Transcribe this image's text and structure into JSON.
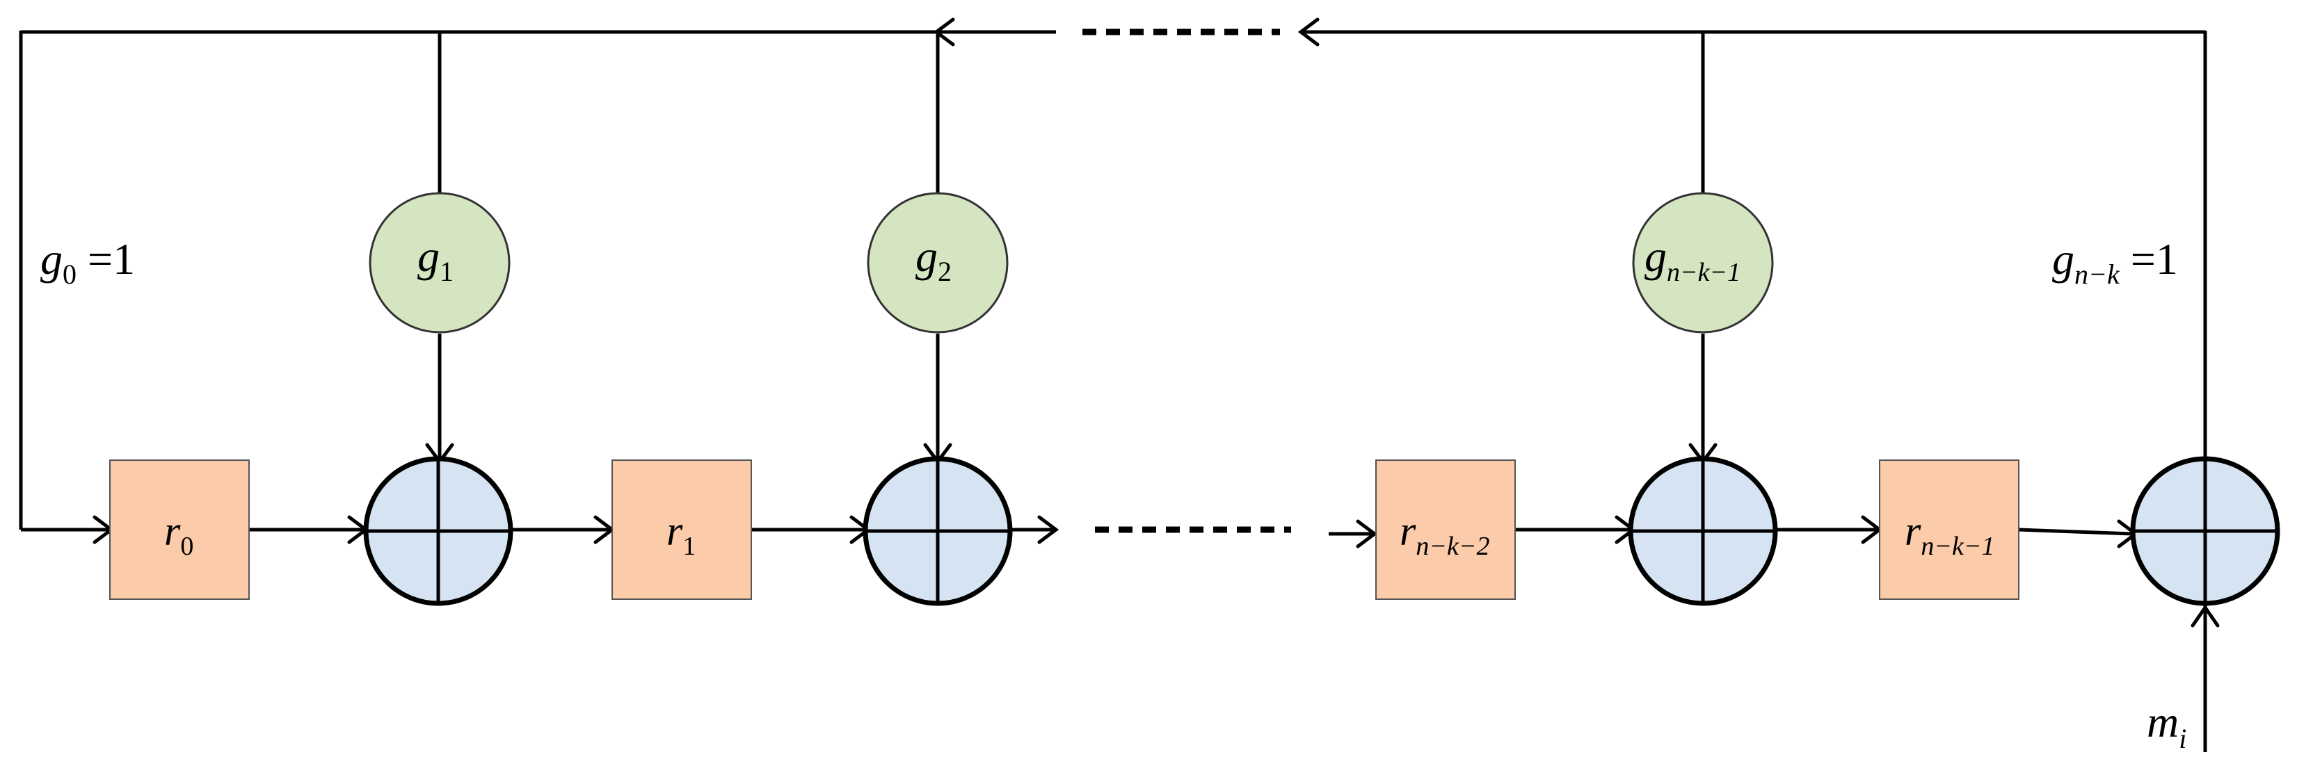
{
  "diagram": {
    "registers": [
      {
        "base": "r",
        "sub": "0"
      },
      {
        "base": "r",
        "sub": "1"
      },
      {
        "base": "r",
        "sub": "n−k−2"
      },
      {
        "base": "r",
        "sub": "n−k−1"
      }
    ],
    "coefficients": [
      {
        "base": "g",
        "sub": "1"
      },
      {
        "base": "g",
        "sub": "2"
      },
      {
        "base": "g",
        "sub": "n−k−1"
      }
    ],
    "tap_g0": {
      "base": "g",
      "sub": "0",
      "eq": " =1"
    },
    "tap_gnk": {
      "base": "g",
      "sub": "n−k",
      "eq": " =1"
    },
    "input": {
      "base": "m",
      "sub": "i"
    }
  }
}
